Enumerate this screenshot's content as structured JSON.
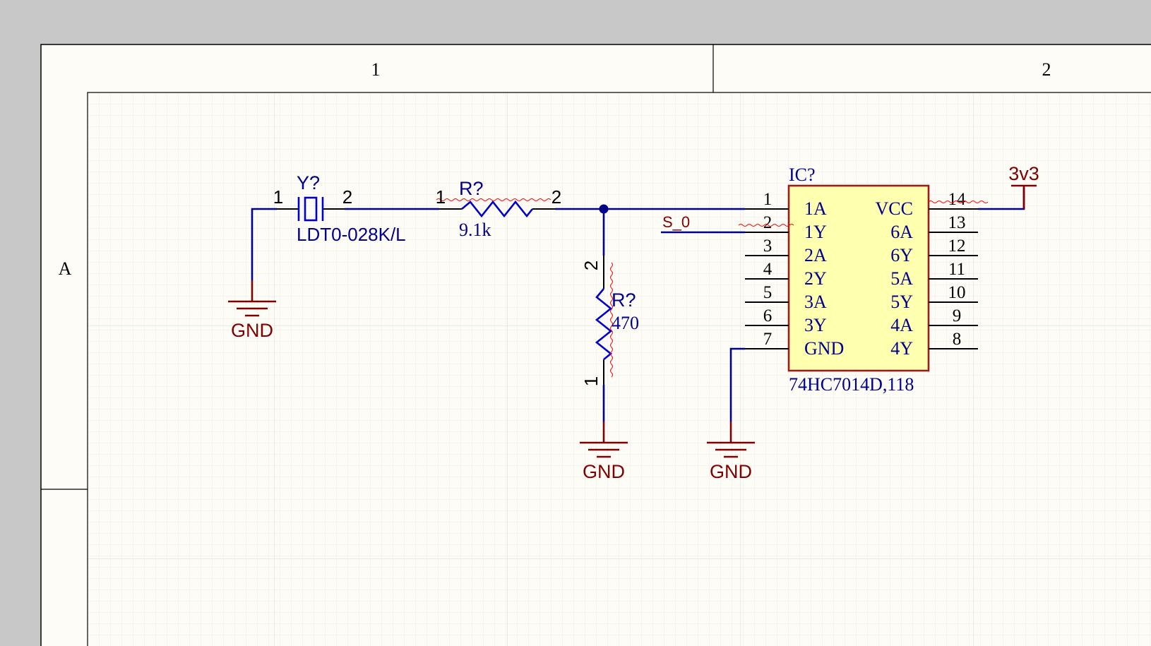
{
  "sheet": {
    "zone_columns": [
      "1",
      "2"
    ],
    "zone_rows": [
      "A"
    ]
  },
  "crystal": {
    "designator": "Y?",
    "value": "LDT0-028K/L",
    "pin1": "1",
    "pin2": "2"
  },
  "r_series": {
    "designator": "R?",
    "value": "9.1k",
    "pin1": "1",
    "pin2": "2"
  },
  "r_shunt": {
    "designator": "R?",
    "value": "470",
    "pin1": "1",
    "pin2": "2"
  },
  "ic": {
    "designator": "IC?",
    "part": "74HC7014D,118",
    "left_pins": [
      {
        "num": "1",
        "name": "1A"
      },
      {
        "num": "2",
        "name": "1Y"
      },
      {
        "num": "3",
        "name": "2A"
      },
      {
        "num": "4",
        "name": "2Y"
      },
      {
        "num": "5",
        "name": "3A"
      },
      {
        "num": "6",
        "name": "3Y"
      },
      {
        "num": "7",
        "name": "GND"
      }
    ],
    "right_pins": [
      {
        "num": "14",
        "name": "VCC"
      },
      {
        "num": "13",
        "name": "6A"
      },
      {
        "num": "12",
        "name": "6Y"
      },
      {
        "num": "11",
        "name": "5A"
      },
      {
        "num": "10",
        "name": "5Y"
      },
      {
        "num": "9",
        "name": "4A"
      },
      {
        "num": "8",
        "name": "4Y"
      }
    ]
  },
  "net_labels": {
    "s0": "S_0"
  },
  "power": {
    "gnd_label": "GND",
    "vcc_label": "3v3"
  },
  "colors": {
    "sheet_bg": "#fdfcf6",
    "grid": "#e8e8e0",
    "border": "#000000",
    "wire": "#00008b",
    "component": "#0000cd",
    "power": "#800000",
    "ic_fill": "#ffffb0",
    "ic_border": "#9b1c1c",
    "error_squiggle": "#ff0000",
    "junction": "#00008b"
  }
}
